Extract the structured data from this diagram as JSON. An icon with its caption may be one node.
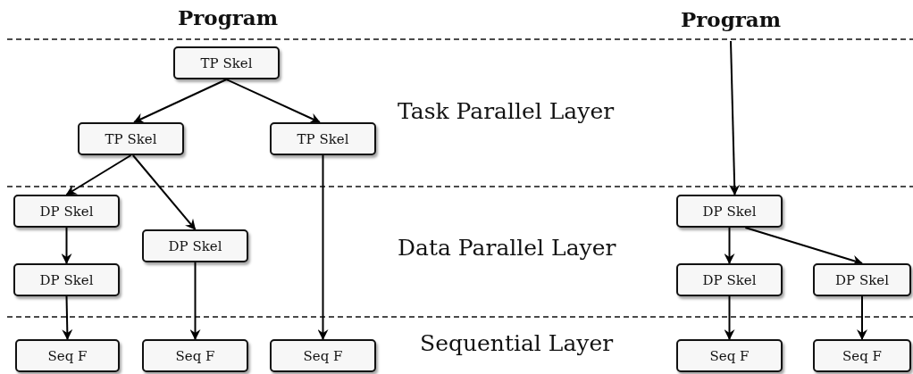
{
  "diagram": {
    "nodes": [
      {
        "text": [
          "TP Skel"
        ]
      },
      {
        "text": [
          "TP Skel"
        ]
      },
      {
        "text": [
          "TP Skel"
        ]
      },
      {
        "text": [
          "DP Skel"
        ]
      },
      {
        "text": [
          "DP Skel"
        ]
      },
      {
        "text": [
          "DP Skel"
        ]
      },
      {
        "text": [
          "Seq F"
        ]
      },
      {
        "text": [
          "Seq F"
        ]
      },
      {
        "text": [
          "Seq F"
        ]
      },
      {
        "text": [
          "Program"
        ]
      },
      {
        "text": [
          "DP Skel"
        ]
      },
      {
        "text": [
          "DP Skel"
        ]
      },
      {
        "text": [
          "DP Skel"
        ]
      },
      {
        "text": [
          "Seq F"
        ]
      },
      {
        "text": [
          "Seq F"
        ]
      }
    ],
    "edges": [
      {
        "from": 0,
        "to": 1,
        "arrow": "to"
      },
      {
        "from": 0,
        "to": 2,
        "arrow": "to"
      },
      {
        "from": 1,
        "to": 3,
        "arrow": "to"
      },
      {
        "from": 1,
        "to": 4,
        "arrow": "to"
      },
      {
        "from": 3,
        "to": 5,
        "arrow": "to"
      },
      {
        "from": 5,
        "to": 6,
        "arrow": "to"
      },
      {
        "from": 4,
        "to": 7,
        "arrow": "to"
      },
      {
        "from": 2,
        "to": 8,
        "arrow": "to"
      },
      {
        "from": 9,
        "to": 10,
        "arrow": "to"
      },
      {
        "from": 10,
        "to": 11,
        "arrow": "to"
      },
      {
        "from": 10,
        "to": 12,
        "arrow": "to"
      },
      {
        "from": 11,
        "to": 13,
        "arrow": "to"
      },
      {
        "from": 12,
        "to": 14,
        "arrow": "to"
      }
    ],
    "labels": [
      "Program",
      "Task Parallel Layer",
      "Data Parallel Layer",
      "Sequential Layer"
    ]
  }
}
